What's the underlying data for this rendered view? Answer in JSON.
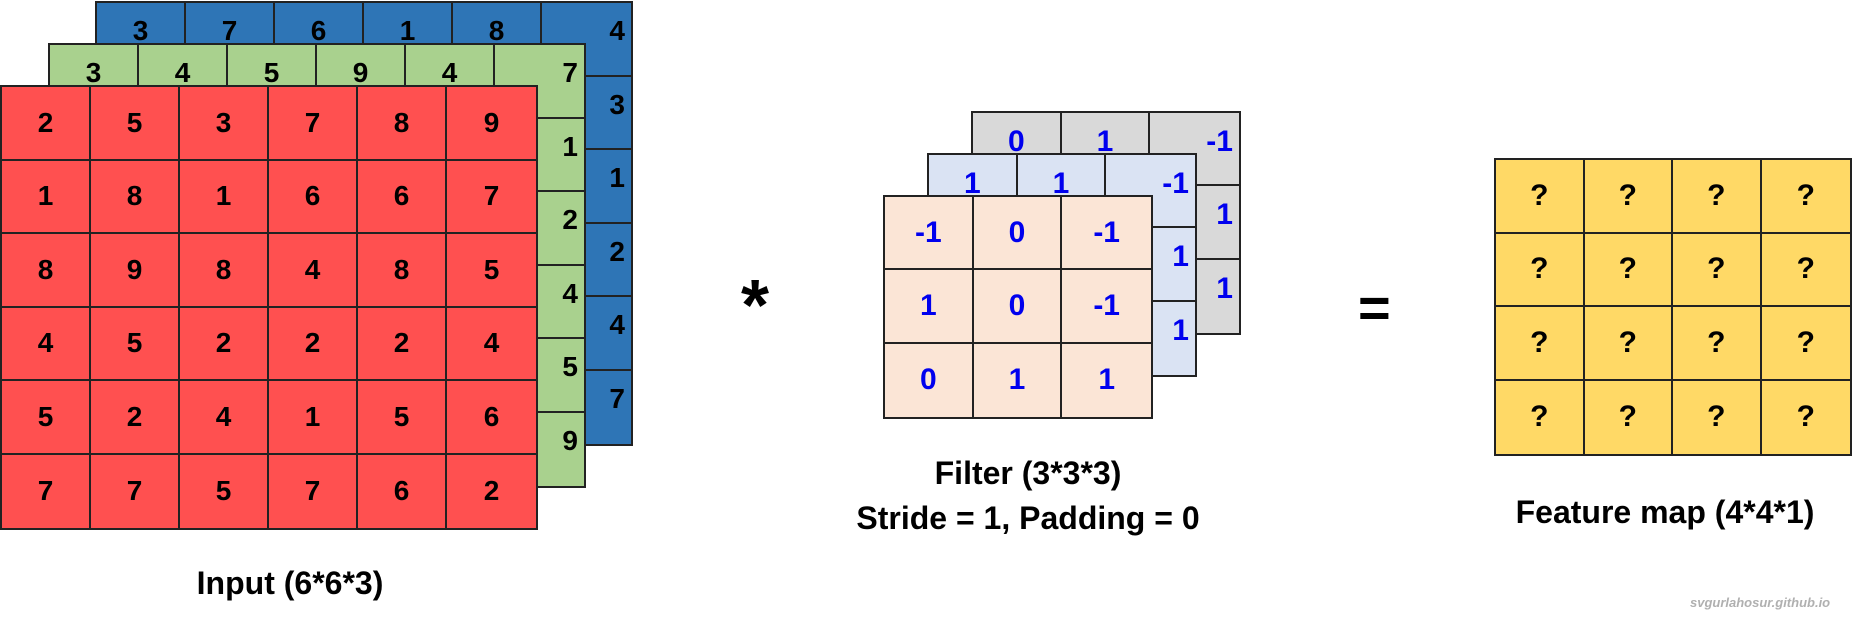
{
  "input": {
    "label": "Input (6*6*3)",
    "layers": [
      {
        "color": "#2e75b6",
        "rows": [
          [
            "3",
            "7",
            "6",
            "1",
            "8",
            "4"
          ],
          [
            "",
            "",
            "",
            "",
            "",
            "3"
          ],
          [
            "",
            "",
            "",
            "",
            "",
            "1"
          ],
          [
            "",
            "",
            "",
            "",
            "",
            "2"
          ],
          [
            "",
            "",
            "",
            "",
            "",
            "4"
          ],
          [
            "",
            "",
            "",
            "",
            "",
            "7"
          ]
        ]
      },
      {
        "color": "#a9d18e",
        "rows": [
          [
            "3",
            "4",
            "5",
            "9",
            "4",
            "7"
          ],
          [
            "",
            "",
            "",
            "",
            "",
            "1"
          ],
          [
            "",
            "",
            "",
            "",
            "",
            "2"
          ],
          [
            "",
            "",
            "",
            "",
            "",
            "4"
          ],
          [
            "",
            "",
            "",
            "",
            "",
            "5"
          ],
          [
            "",
            "",
            "",
            "",
            "",
            "9"
          ]
        ]
      },
      {
        "color": "#ff5050",
        "rows": [
          [
            "2",
            "5",
            "3",
            "7",
            "8",
            "9"
          ],
          [
            "1",
            "8",
            "1",
            "6",
            "6",
            "7"
          ],
          [
            "8",
            "9",
            "8",
            "4",
            "8",
            "5"
          ],
          [
            "4",
            "5",
            "2",
            "2",
            "2",
            "4"
          ],
          [
            "5",
            "2",
            "4",
            "1",
            "5",
            "6"
          ],
          [
            "7",
            "7",
            "5",
            "7",
            "6",
            "2"
          ]
        ]
      }
    ]
  },
  "operator_convolve": "*",
  "filter": {
    "label_line1": "Filter (3*3*3)",
    "label_line2": "Stride = 1, Padding = 0",
    "text_color": "#0000ee",
    "layers": [
      {
        "color": "#d9d9d9",
        "rows": [
          [
            "0",
            "1",
            "-1"
          ],
          [
            "",
            "",
            "1"
          ],
          [
            "",
            "",
            "1"
          ]
        ]
      },
      {
        "color": "#dae3f3",
        "rows": [
          [
            "1",
            "1",
            "-1"
          ],
          [
            "",
            "",
            "1"
          ],
          [
            "",
            "",
            "1"
          ]
        ]
      },
      {
        "color": "#fbe5d6",
        "rows": [
          [
            "-1",
            "0",
            "-1"
          ],
          [
            "1",
            "0",
            "-1"
          ],
          [
            "0",
            "1",
            "1"
          ]
        ]
      }
    ]
  },
  "operator_equals": "=",
  "feature_map": {
    "label": "Feature map (4*4*1)",
    "color": "#ffd966",
    "rows": [
      [
        "?",
        "?",
        "?",
        "?"
      ],
      [
        "?",
        "?",
        "?",
        "?"
      ],
      [
        "?",
        "?",
        "?",
        "?"
      ],
      [
        "?",
        "?",
        "?",
        "?"
      ]
    ]
  },
  "watermark": "svgurlahosur.github.io"
}
